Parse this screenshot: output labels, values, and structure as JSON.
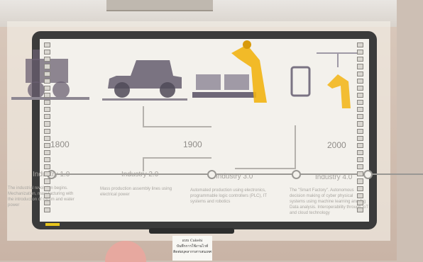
{
  "timeline": {
    "years": [
      "1800",
      "1900",
      "2000"
    ],
    "stages": [
      {
        "title": "Industry 1.0",
        "desc": "The industrial revolution begins. Mechanization, manufacturing with the introduction of steam and water power"
      },
      {
        "title": "Industry 2.0",
        "desc": "Mass production assembly lines using electrical power"
      },
      {
        "title": "Industry 3.0",
        "desc": "Automated production using electronics, programmable logic controllers (PLC), IT systems and robotics"
      },
      {
        "title": "Industry 4.0",
        "desc": "The \"Smart Factory\". Autonomous decision making of cyber physical systems using machine learning and Big Data analysis. Interoperability through IoT and cloud technology"
      }
    ]
  },
  "paper_note": {
    "lines": [
      "แบบ Cakehi",
      "บันทึกการใช้งานไวท์",
      "ติดต่อบุคลากรสารสนเทศ"
    ]
  },
  "colors": {
    "board_frame": "#3b3b3b",
    "board_surface": "#f3f1ec",
    "robot_yellow": "#f2b413",
    "illustration_purple": "#5b5466"
  }
}
